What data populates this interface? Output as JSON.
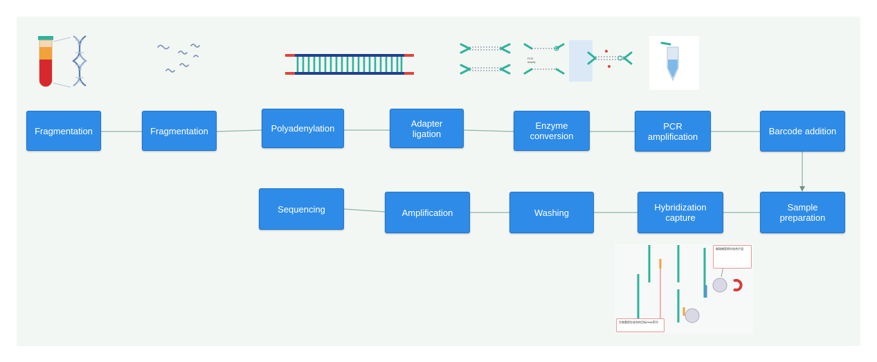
{
  "steps": [
    "Fragmentation",
    "Fragmentation",
    "Polyadenylation",
    "Adapter\nligation",
    "Enzyme\nconversion",
    "PCR\namplification",
    "Barcode addition",
    "Sample\npreparation",
    "Hybridization\ncapture",
    "Washing",
    "Amplification",
    "Sequencing"
  ],
  "illustrations": {
    "pcr_label": "PCR\nAmplify",
    "capture_note_top": "磁珠捕获探针结合片段",
    "capture_note_bottom": "生物素探针结合的目标DNA序列"
  },
  "colors": {
    "step_fill": "#2e8ce8",
    "connector": "#8fb3a6",
    "dna_green": "#2db39a",
    "end_red": "#e0443d",
    "bead": "#c9c9d6",
    "magnet": "#d63b3b"
  },
  "icons": [
    "test-tube-icon",
    "dna-helix-icon",
    "dna-fragments-icon",
    "dna-duplex-icon",
    "pcr-amplification-icon",
    "sample-tube-icon",
    "hybridization-capture-icon"
  ]
}
